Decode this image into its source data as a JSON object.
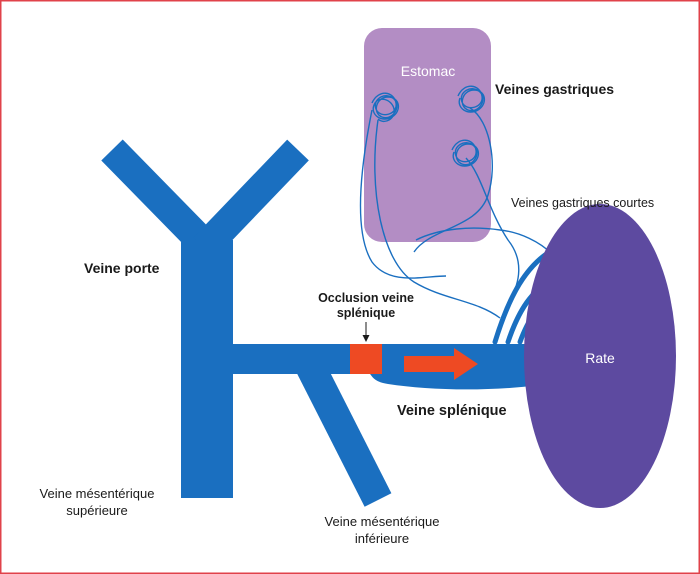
{
  "labels": {
    "stomach": "Estomac",
    "gastric_veins": "Veines gastriques",
    "short_gastric_veins": "Veines gastriques courtes",
    "portal_vein": "Veine porte",
    "occlusion_line1": "Occlusion veine",
    "occlusion_line2": "splénique",
    "spleen": "Rate",
    "splenic_vein": "Veine splénique",
    "sup_mesenteric_line1": "Veine mésentérique",
    "sup_mesenteric_line2": "supérieure",
    "inf_mesenteric_line1": "Veine mésentérique",
    "inf_mesenteric_line2": "inférieure"
  },
  "colors": {
    "vein": "#1a6fc0",
    "vessel_line": "#1a6fc0",
    "stomach": "#b38dc4",
    "spleen": "#5d4aa0",
    "occlusion": "#ee4a23",
    "flow_arrow": "#ee4a23",
    "frame": "#e0424a"
  }
}
